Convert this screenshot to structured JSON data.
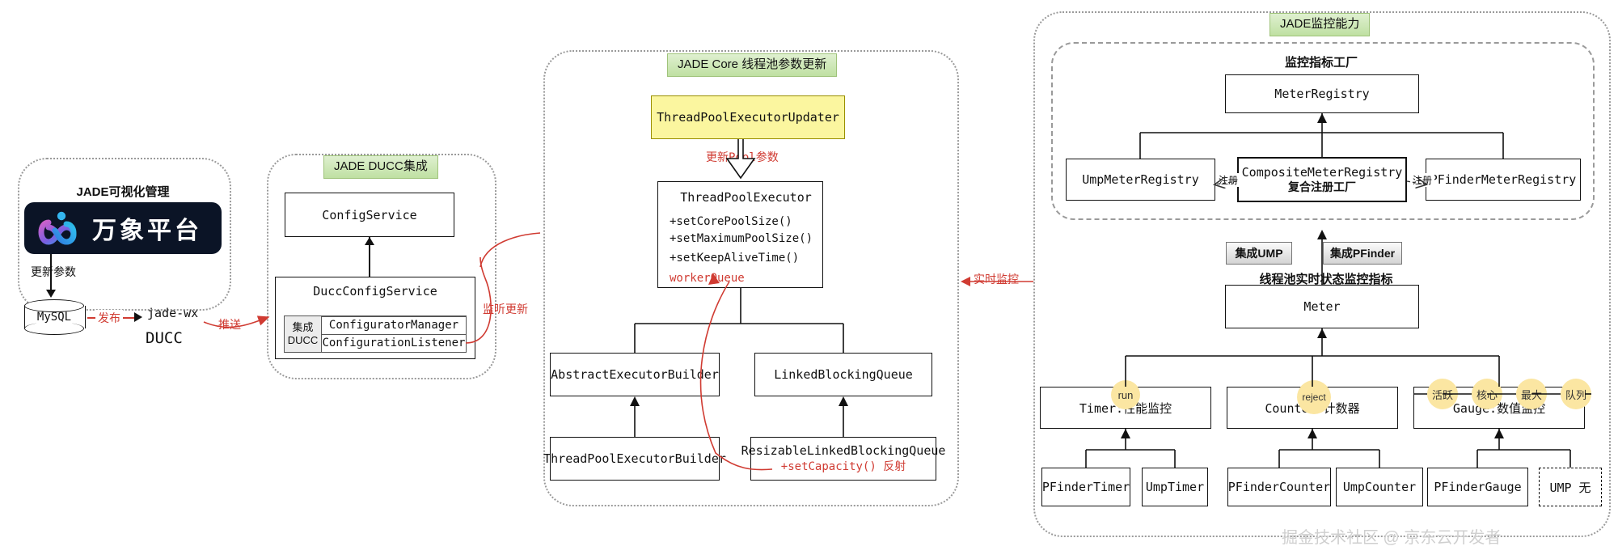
{
  "watermark": "掘金技术社区 @ 京东云开发者",
  "panels": {
    "viz": {
      "title": "JADE可视化管理",
      "logo_text": "万象平台",
      "update_param_label": "更新参数",
      "mysql_label": "MySQL",
      "publish_label": "发布",
      "jade_wx_label": "jade-wx",
      "ducc_label": "DUCC",
      "push_label": "推送"
    },
    "ducc": {
      "title": "JADE DUCC集成",
      "config_service": "ConfigService",
      "ducc_config_service": "DuccConfigService",
      "compartment_left_line1": "集成",
      "compartment_left_line2": "DUCC",
      "compartment_items": [
        "ConfiguratorManager",
        "ConfigurationListener"
      ],
      "listen_update_label": "监听更新"
    },
    "core": {
      "title": "JADE Core 线程池参数更新",
      "updater": "ThreadPoolExecutorUpdater",
      "update_pool_label": "更新Pool参数",
      "thread_pool_executor": {
        "name": "ThreadPoolExecutor",
        "methods": [
          "+setCorePoolSize()",
          "+setMaximumPoolSize()",
          "+setKeepAliveTime()"
        ],
        "field": "workerQueue"
      },
      "abstract_executor_builder": "AbstractExecutorBuilder",
      "thread_pool_executor_builder": "ThreadPoolExecutorBuilder",
      "linked_blocking_queue": "LinkedBlockingQueue",
      "resizable_queue": "ResizableLinkedBlockingQueue",
      "resizable_queue_method": "+setCapacity() 反射",
      "realtime_monitor_label": "实时监控"
    },
    "monitor": {
      "title": "JADE监控能力",
      "factory_caption": "监控指标工厂",
      "meter_registry": "MeterRegistry",
      "registries": [
        {
          "name": "UmpMeterRegistry",
          "sub": ""
        },
        {
          "name": "CompositeMeterRegistry",
          "sub": "复合注册工厂"
        },
        {
          "name": "PFinderMeterRegistry",
          "sub": ""
        }
      ],
      "register_label": "注册",
      "integration_buttons": [
        "集成UMP",
        "集成PFinder"
      ],
      "meter_caption": "线程池实时状态监控指标",
      "meter": "Meter",
      "metric_types": [
        {
          "name": "Timer:性能监控",
          "bubbles": [
            "run"
          ]
        },
        {
          "name": "Counter:计数器",
          "bubbles": [
            "reject"
          ]
        },
        {
          "name": "Gauge:数值监控",
          "bubbles": [
            "活跃",
            "核心",
            "最大",
            "队列"
          ]
        }
      ],
      "implementations": [
        "PFinderTimer",
        "UmpTimer",
        "PFinderCounter",
        "UmpCounter",
        "PFinderGauge",
        "UMP 无"
      ]
    }
  },
  "colors": {
    "panel_title_bg": "#bfe0a2",
    "highlight_box": "#fbf69f",
    "accent_red": "#d03b32",
    "bubble": "#fbe6a2",
    "logo_bg": "#0b1426"
  }
}
